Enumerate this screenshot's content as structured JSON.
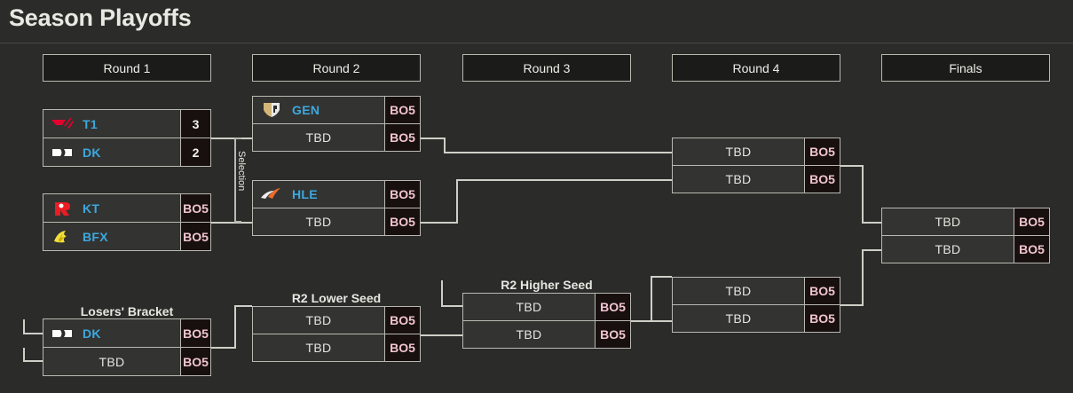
{
  "page": {
    "title": "Season Playoffs"
  },
  "rounds": [
    {
      "label": "Round 1"
    },
    {
      "label": "Round 2"
    },
    {
      "label": "Round 3"
    },
    {
      "label": "Round 4"
    },
    {
      "label": "Finals"
    }
  ],
  "labels": {
    "selection": "Selection",
    "losers_bracket": "Losers' Bracket",
    "r2_lower_seed": "R2 Lower Seed",
    "r2_higher_seed": "R2 Higher Seed"
  },
  "colors": {
    "background": "#2b2b29",
    "border": "#b9b9b2",
    "box_fill": "#333331",
    "team_name": "#3ba9e0",
    "tbd_text": "#e6e6e0",
    "bo5_text": "#f2c4cf",
    "bo5_fill": "#17100f",
    "connector": "#cfcfc8",
    "title_text": "#e9e9e3"
  },
  "format_label": "BO5",
  "matches": {
    "r1_m1": {
      "rows": [
        {
          "team": "T1",
          "logo": "t1-logo",
          "value": "3",
          "value_type": "score"
        },
        {
          "team": "DK",
          "logo": "dk-logo",
          "value": "2",
          "value_type": "score"
        }
      ]
    },
    "r1_m2": {
      "rows": [
        {
          "team": "KT",
          "logo": "kt-logo",
          "value": "BO5",
          "value_type": "format"
        },
        {
          "team": "BFX",
          "logo": "bfx-logo",
          "value": "BO5",
          "value_type": "format"
        }
      ]
    },
    "r1_losers": {
      "label": "Losers' Bracket",
      "rows": [
        {
          "team": "DK",
          "logo": "dk-logo",
          "value": "BO5",
          "value_type": "format"
        },
        {
          "team": "TBD",
          "logo": null,
          "value": "BO5",
          "value_type": "format"
        }
      ]
    },
    "r2_m1": {
      "rows": [
        {
          "team": "GEN",
          "logo": "gen-logo",
          "value": "BO5",
          "value_type": "format"
        },
        {
          "team": "TBD",
          "logo": null,
          "value": "BO5",
          "value_type": "format"
        }
      ]
    },
    "r2_m2": {
      "rows": [
        {
          "team": "HLE",
          "logo": "hle-logo",
          "value": "BO5",
          "value_type": "format"
        },
        {
          "team": "TBD",
          "logo": null,
          "value": "BO5",
          "value_type": "format"
        }
      ]
    },
    "r2_lower": {
      "label": "R2 Lower Seed",
      "rows": [
        {
          "team": "TBD",
          "logo": null,
          "value": "BO5",
          "value_type": "format"
        },
        {
          "team": "TBD",
          "logo": null,
          "value": "BO5",
          "value_type": "format"
        }
      ]
    },
    "r3_higher": {
      "label": "R2 Higher Seed",
      "rows": [
        {
          "team": "TBD",
          "logo": null,
          "value": "BO5",
          "value_type": "format"
        },
        {
          "team": "TBD",
          "logo": null,
          "value": "BO5",
          "value_type": "format"
        }
      ]
    },
    "r4_upper": {
      "rows": [
        {
          "team": "TBD",
          "logo": null,
          "value": "BO5",
          "value_type": "format"
        },
        {
          "team": "TBD",
          "logo": null,
          "value": "BO5",
          "value_type": "format"
        }
      ]
    },
    "r4_lower": {
      "rows": [
        {
          "team": "TBD",
          "logo": null,
          "value": "BO5",
          "value_type": "format"
        },
        {
          "team": "TBD",
          "logo": null,
          "value": "BO5",
          "value_type": "format"
        }
      ]
    },
    "finals": {
      "rows": [
        {
          "team": "TBD",
          "logo": null,
          "value": "BO5",
          "value_type": "format"
        },
        {
          "team": "TBD",
          "logo": null,
          "value": "BO5",
          "value_type": "format"
        }
      ]
    }
  }
}
